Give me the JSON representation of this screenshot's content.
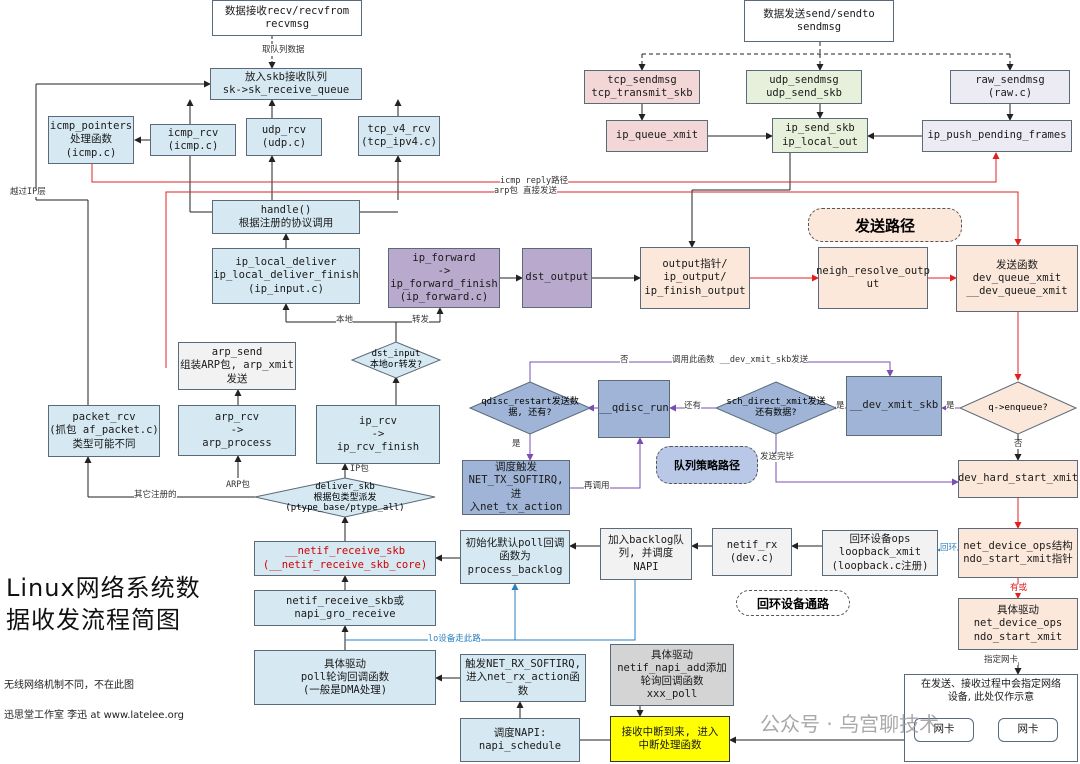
{
  "title_line1": "Linux网络系统数",
  "title_line2": "据收发流程简图",
  "note_mechanism": "无线网络机制不同，不在此图",
  "note_author": "迅思堂工作室 李迅 at www.latelee.org",
  "watermark": "公众号 · 乌宫聊技术",
  "pill_send": "发送路径",
  "pill_qdisc": "队列策略路径",
  "pill_loopback": "回环设备通路",
  "boxes": {
    "recv_api": "数据接收recv/recvfrom\nrecvmsg",
    "send_api": "数据发送send/sendto\nsendmsg",
    "skb_queue": "放入skb接收队列\nsk->sk_receive_queue",
    "icmp_ptr": "icmp_pointers\n处理函数\n(icmp.c)",
    "icmp_rcv": "icmp_rcv\n(icmp.c)",
    "udp_rcv": "udp_rcv\n(udp.c)",
    "tcp_v4_rcv": "tcp_v4_rcv\n(tcp_ipv4.c)",
    "tcp_sendmsg": "tcp_sendmsg\ntcp_transmit_skb",
    "udp_sendmsg": "udp_sendmsg\nudp_send_skb",
    "raw_sendmsg": "raw_sendmsg\n(raw.c)",
    "ip_queue_xmit": "ip_queue_xmit",
    "ip_send_skb": "ip_send_skb\nip_local_out",
    "ip_push": "ip_push_pending_frames",
    "handle": "handle()\n根据注册的协议调用",
    "ip_local_deliver": "ip_local_deliver\nip_local_deliver_finish\n(ip_input.c)",
    "ip_forward": "ip_forward\n->\nip_forward_finish\n(ip_forward.c)",
    "dst_output": "dst_output",
    "output_ptr": "output指针/\nip_output/\nip_finish_output",
    "neigh": "neigh_resolve_outp\nut",
    "dev_queue_xmit": "发送函数\ndev_queue_xmit\n__dev_queue_xmit",
    "arp_send": "arp_send\n组装ARP包, arp_xmit\n发送",
    "packet_rcv": "packet_rcv\n(抓包 af_packet.c)\n类型可能不同",
    "arp_rcv": "arp_rcv\n->\narp_process",
    "ip_rcv": "ip_rcv\n->\nip_rcv_finish",
    "qdisc_run": "__qdisc_run",
    "dev_xmit_skb": "__dev_xmit_skb",
    "net_tx": "调度触发\nNET_TX_SOFTIRQ, 进\n入net_tx_action",
    "dev_hard_start": "dev_hard_start_xmit",
    "netif_receive_core": "__netif_receive_skb\n(__netif_receive_skb_core)",
    "init_poll": "初始化默认poll回调\n函数为\nprocess_backlog",
    "backlog": "加入backlog队\n列, 并调度\nNAPI",
    "netif_rx": "netif_rx\n(dev.c)",
    "loopback_ops": "回环设备ops\nloopback_xmit\n(loopback.c注册)",
    "ndo_start1": "net_device_ops结构\nndo_start_xmit指针",
    "netif_receive_skb": "netif_receive_skb或\nnapi_gro_receive",
    "driver_ops": "具体驱动\nnet_device_ops\nndo_start_xmit",
    "driver_poll": "具体驱动\npoll轮询回调函数\n(一般是DMA处理)",
    "net_rx": "触发NET_RX_SOFTIRQ,\n进入net_rx_action函数",
    "napi_add": "具体驱动\nnetif_napi_add添加\n轮询回调函数\nxxx_poll",
    "note_nic": "在发送、接收过程中会指定网络\n设备, 此处仅作示意",
    "napi_schedule": "调度NAPI:\nnapi_schedule",
    "irq": "接收中断到来, 进入\n中断处理函数",
    "nic1": "网卡",
    "nic2": "网卡"
  },
  "diamonds": {
    "dst_input": "dst_input\n本地or转发?",
    "qdisc_restart": "qdisc_restart发送数\n据, 还有?",
    "sch_direct": "sch_direct_xmit发送\n还有数据?",
    "enqueue": "q->enqueue?",
    "deliver": "deliver_skb\n根据包类型派发\n(ptype_base/ptype_all)"
  },
  "labels": {
    "dequeue": "取队列数据",
    "icmp_reply": "icmp reply路径",
    "arp_direct": "arp包 直接发送",
    "bypass_ip": "越过IP层",
    "local": "本地",
    "forward": "转发",
    "ip_pkt": "IP包",
    "arp_pkt": "ARP包",
    "other_reg": "其它注册的",
    "no1": "否",
    "call_this": "调用此函数 __dev_xmit_skb发送",
    "yes1": "是",
    "has_more": "还有",
    "yes2": "是",
    "recall": "再调用",
    "send_done": "发送完毕",
    "yes3": "是",
    "no2": "否",
    "loopback": "回环",
    "has": "有或",
    "lo_dev": "lo设备走此路",
    "specify_nic": "指定网卡"
  }
}
